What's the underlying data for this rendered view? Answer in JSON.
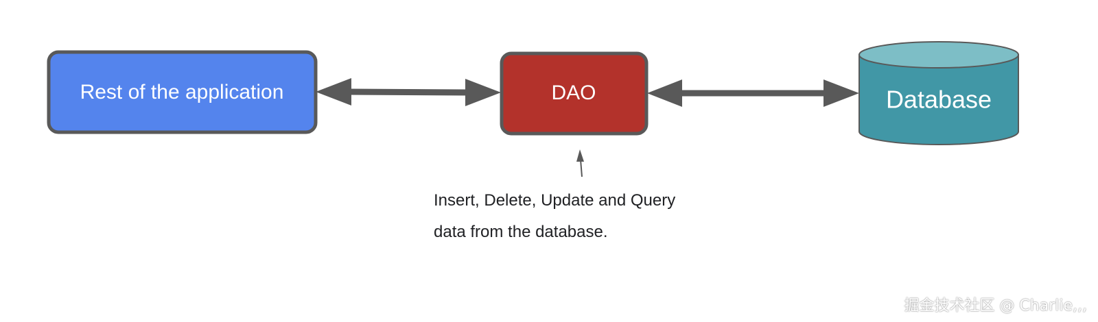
{
  "diagram": {
    "nodes": {
      "app": {
        "label": "Rest of the application",
        "color": "#5484ED"
      },
      "dao": {
        "label": "DAO",
        "color": "#B3322B"
      },
      "database": {
        "label": "Database",
        "color": "#4197A6",
        "top_color": "#7DBEC6"
      }
    },
    "border_color": "#595959",
    "arrow_color": "#595959",
    "note": {
      "lines": [
        "Insert, Delete, Update and Query",
        "data from the database."
      ]
    },
    "watermark": "掘金技术社区 @ Charlie,,,"
  }
}
